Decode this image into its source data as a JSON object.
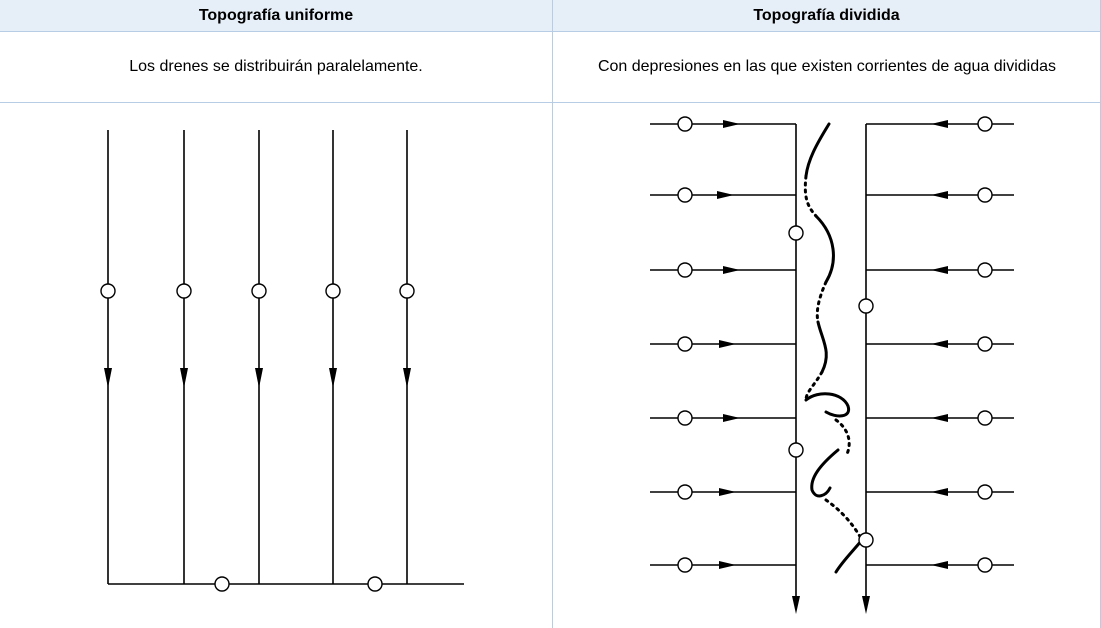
{
  "table": {
    "col1_header": "Topografía uniforme",
    "col2_header": "Topografía dividida",
    "col1_description": "Los drenes se distribuirán paralelamente.",
    "col2_description": "Con depresiones en las que existen corrientes de agua divididas"
  },
  "colors": {
    "header_background": "#e6eef7",
    "grid_lines": "#b7cde6",
    "drawing_ink": "#000000"
  }
}
